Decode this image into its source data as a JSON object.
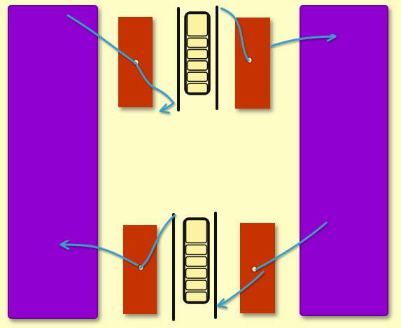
{
  "colors": {
    "background": "#fdfcc6",
    "pillar": "#8f00cf",
    "pillar_edge": "#6d009f",
    "plate": "#c63300",
    "plate_hole": "#f3efc8",
    "stack_fill": "#fbf3a2",
    "stack_outline": "#111111",
    "divider": "#111111",
    "arrow": "#3a9ec8",
    "shadow": "#8a7c33"
  },
  "diagram": {
    "pillars": [
      {
        "name": "left-purple-pillar"
      },
      {
        "name": "right-purple-pillar"
      }
    ],
    "junctions": [
      {
        "name": "top-junction",
        "stack_segments": 6
      },
      {
        "name": "bottom-junction",
        "stack_segments": 6
      }
    ],
    "flows": [
      {
        "name": "flow-top-left-to-plate"
      },
      {
        "name": "flow-top-left-plate-out"
      },
      {
        "name": "flow-top-right-in"
      },
      {
        "name": "flow-top-right-to-pillar"
      },
      {
        "name": "flow-bottom-left-plate-to-pillar"
      },
      {
        "name": "flow-bottom-left-in"
      },
      {
        "name": "flow-bottom-right-pillar-to-plate"
      },
      {
        "name": "flow-bottom-right-out"
      }
    ],
    "icons": {
      "arrowhead": "arrowhead-icon"
    }
  }
}
